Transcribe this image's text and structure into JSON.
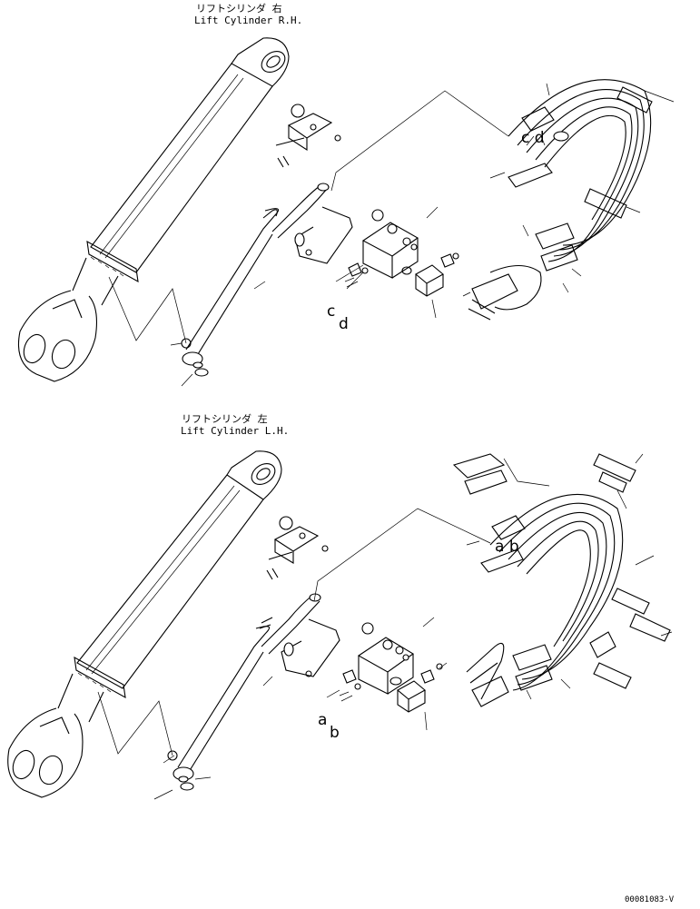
{
  "sections": [
    {
      "title_jp": "リフトシリンダ 右",
      "title_en": "Lift Cylinder R.H.",
      "tag_upper": "c d",
      "tag_lower_1": "c",
      "tag_lower_2": "d"
    },
    {
      "title_jp": "リフトシリンダ 左",
      "title_en": "Lift Cylinder L.H.",
      "tag_upper": "a b",
      "tag_lower_1": "a",
      "tag_lower_2": "b"
    }
  ],
  "drawing_code": "00081083-V"
}
